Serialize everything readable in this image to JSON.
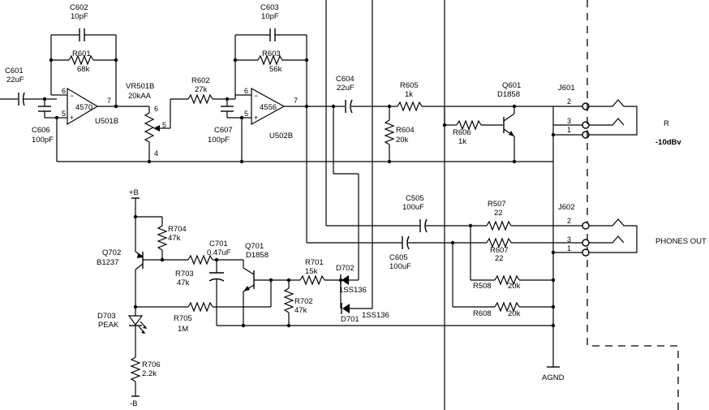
{
  "labels": {
    "c601": "C601",
    "c601v": "22uF",
    "c602": "C602",
    "c602v": "10pF",
    "r601": "R601",
    "r601v": "68k",
    "c606": "C606",
    "c606v": "100pF",
    "u501b_chip": "4570",
    "u501b": "U501B",
    "vr501b": "VR501B",
    "vr501bv": "20kAA",
    "r602": "R602",
    "r602v": "27k",
    "c607": "C607",
    "c607v": "100pF",
    "c603": "C603",
    "c603v": "10pF",
    "r603": "R603",
    "r603v": "56k",
    "u502b_chip": "4556",
    "u502b": "U502B",
    "c604": "C604",
    "c604v": "22uF",
    "r605": "R605",
    "r605v": "1k",
    "r604": "R604",
    "r604v": "20k",
    "r606": "R606",
    "r606v": "1k",
    "q601": "Q601",
    "q601v": "D1858",
    "j601": "J601",
    "j601_name": "R",
    "j601_level": "-10dBv",
    "plus_b": "+B",
    "minus_b": "-B",
    "r704": "R704",
    "r704v": "47k",
    "q702": "Q702",
    "q702v": "B1237",
    "c701": "C701",
    "c701v": "0.47uF",
    "q701": "Q701",
    "q701v": "D1858",
    "r703": "R703",
    "r703v": "47k",
    "r701": "R701",
    "r701v": "15k",
    "d702": "D702",
    "d702v": "1SS136",
    "d701": "D701",
    "d701v": "1SS136",
    "r702": "R702",
    "r702v": "47k",
    "d703": "D703",
    "d703v": "PEAK",
    "r705": "R705",
    "r705v": "1M",
    "r706": "R706",
    "r706v": "2.2k",
    "c505": "C505",
    "c505v": "100uF",
    "c605": "C605",
    "c605v": "100uF",
    "r507": "R507",
    "r507v": "22",
    "r607": "R607",
    "r607v": "22",
    "r508": "R508",
    "r508v": "20k",
    "r608": "R608",
    "r608v": "20k",
    "j602": "J602",
    "j602_name": "PHONES OUT",
    "agnd": "AGND"
  },
  "pins": {
    "u501_6": "6",
    "u501_5": "5",
    "u501_7": "7",
    "vr_6": "6",
    "vr_5": "5",
    "vr_4": "4",
    "u502_6": "6",
    "u502_5": "5",
    "u502_7": "7",
    "j601_2": "2",
    "j601_3": "3",
    "j601_1": "1",
    "j602_2": "2",
    "j602_3": "3",
    "j602_1": "1",
    "minus": "−",
    "plus": "+"
  }
}
